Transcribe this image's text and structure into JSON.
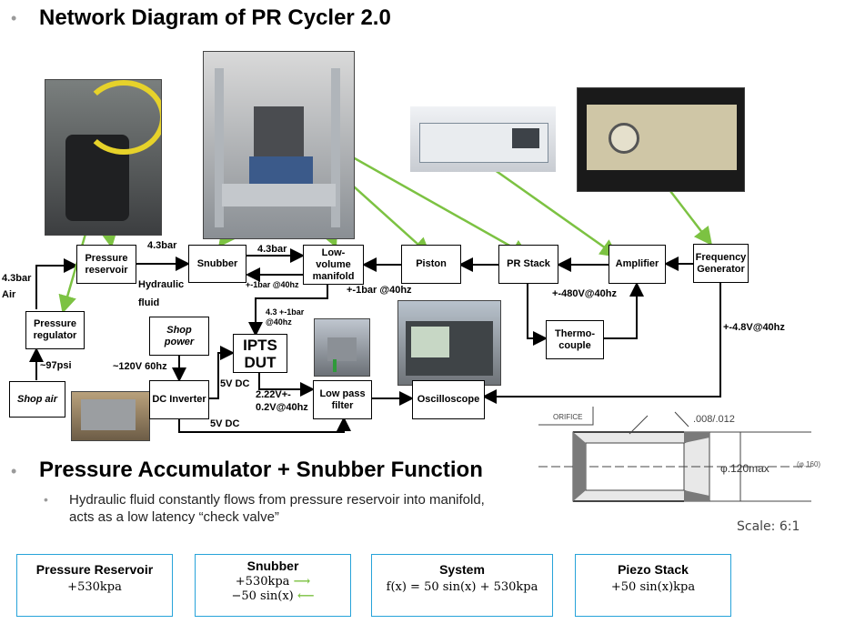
{
  "title": "Network Diagram of PR Cycler 2.0",
  "section2": {
    "heading": "Pressure Accumulator + Snubber Function",
    "bullet": "Hydraulic fluid constantly flows from pressure reservoir into manifold, acts as a low latency “check valve”"
  },
  "diagram": {
    "boxes": {
      "shop_air": "Shop air",
      "pressure_regulator": "Pressure\nregulator",
      "pressure_reservoir": "Pressure\nreservoir",
      "snubber": "Snubber",
      "low_volume_manifold": "Low-\nvolume\nmanifold",
      "piston": "Piston",
      "pr_stack": "PR Stack",
      "amplifier": "Amplifier",
      "frequency_generator": "Frequency\nGenerator",
      "shop_power": "Shop\npower",
      "dc_inverter": "DC Inverter",
      "ipts_dut": "IPTS\nDUT",
      "low_pass_filter": "Low pass\nfilter",
      "oscilloscope": "Oscilloscope",
      "thermocouple": "Thermo-\ncouple"
    },
    "labels": {
      "psi": "~97psi",
      "air": "4.3bar\nAir",
      "bar_top": "4.3bar",
      "hydraulic": "Hydraulic\nfluid",
      "snub_manifold": "4.3bar",
      "snub_back": "+-1bar @40hz",
      "manifold_piston": "+-1bar @40hz",
      "ipts_pressure": "4.3  +-1bar\n@40hz",
      "v120": "~120V 60hz",
      "v5_ipts": "5V DC",
      "v5_filter": "5V DC",
      "v222": "2.22V+-\n0.2V@40hz",
      "v480": "+-480V@40hz",
      "v48": "+-4.8V@40hz"
    },
    "drawing": {
      "orifice": "ORIFICE",
      "dim1": ".008/.012",
      "dim2": "φ.120max",
      "dim3": "(φ.160)",
      "scale": "Scale:  6:1"
    }
  },
  "cards": [
    {
      "title": "Pressure Reservoir",
      "formula": "+530kpa"
    },
    {
      "title": "Snubber",
      "formula": "+530kpa",
      "formula2": "−50 sin(x)"
    },
    {
      "title": "System",
      "formula": "f(x) = 50 sin(x) + 530kpa"
    },
    {
      "title": "Piezo Stack",
      "formula": "+50 sin(x)kpa"
    }
  ],
  "colors": {
    "accent_line": "#7cc242",
    "card_border": "#27a3d9"
  }
}
